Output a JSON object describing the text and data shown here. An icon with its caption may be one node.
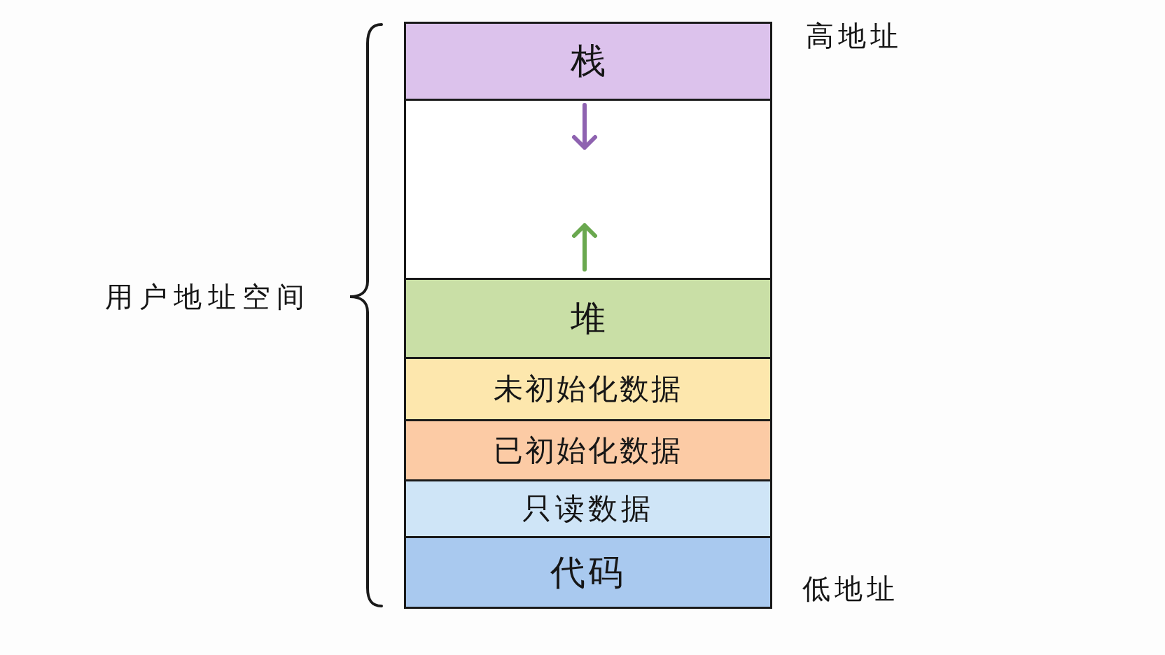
{
  "diagram": {
    "nodes": [
      {
        "text": [
          "栈"
        ]
      },
      {
        "text": [],
        "shape": "box"
      },
      {
        "text": [
          "堆"
        ]
      },
      {
        "text": [
          "未初始化数据"
        ]
      },
      {
        "text": [
          "已初始化数据"
        ]
      },
      {
        "text": [
          "只读数据"
        ]
      },
      {
        "text": [
          "代码"
        ]
      }
    ],
    "labels": [
      "高地址",
      "用户地址空间",
      "低地址"
    ]
  }
}
